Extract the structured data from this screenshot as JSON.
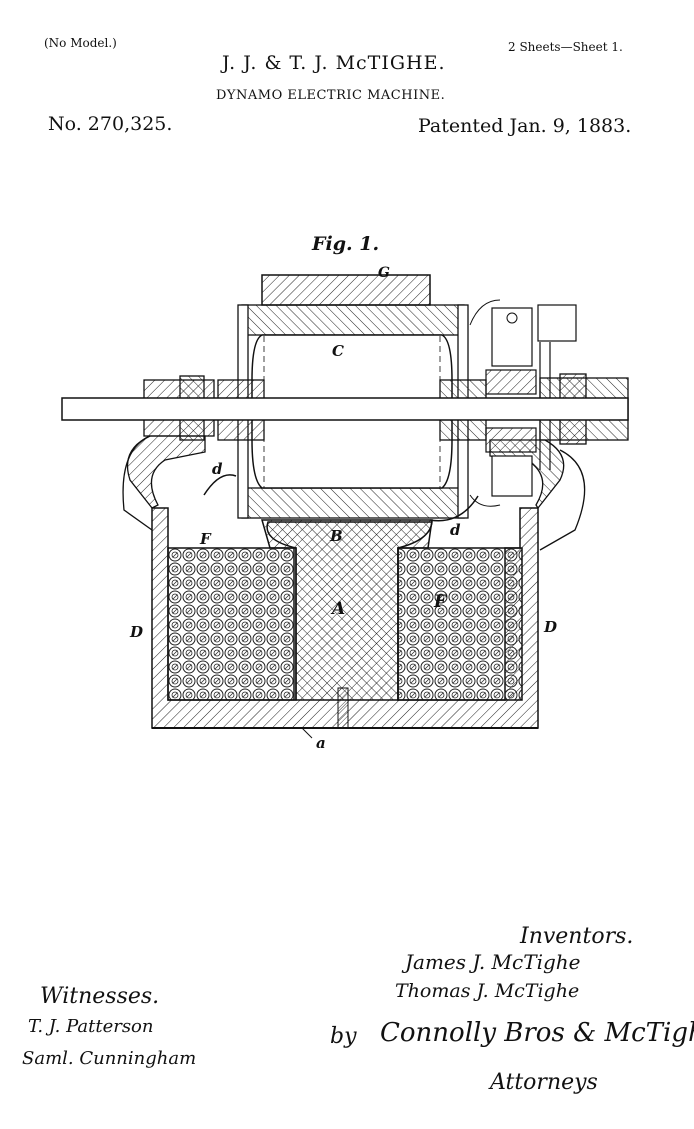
{
  "header": {
    "no_model": "(No Model.)",
    "sheets": "2 Sheets—Sheet 1.",
    "inventors_title": "J. J. & T. J. McTIGHE.",
    "invention_title": "DYNAMO ELECTRIC MACHINE.",
    "patent_number": "No. 270,325.",
    "patent_date": "Patented Jan. 9, 1883."
  },
  "figure": {
    "caption": "Fig. 1.",
    "labels": {
      "G": "G",
      "C": "C",
      "B": "B",
      "A": "A",
      "F_left": "F",
      "F_right": "F",
      "D_left": "D",
      "D_right": "D",
      "d_left": "d",
      "d_right": "d",
      "a": "a"
    }
  },
  "signatures": {
    "inventors_heading": "Inventors.",
    "inventor_1": "James J. McTighe",
    "inventor_2": "Thomas J. McTighe",
    "by": "by",
    "attorney_firm": "Connolly Bros & McTigh",
    "attorneys_heading": "Attorneys",
    "witnesses_heading": "Witnesses.",
    "witness_1": "T. J. Patterson",
    "witness_2": "Saml. Cunningham"
  }
}
